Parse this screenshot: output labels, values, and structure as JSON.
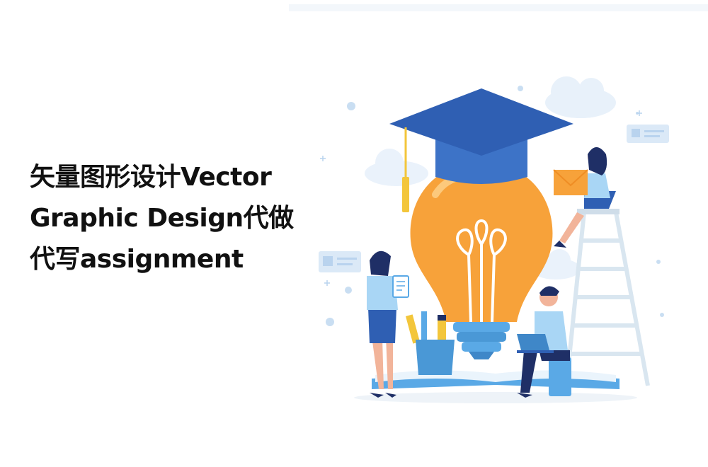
{
  "title_lines": [
    "矢量图形设计Vector",
    "Graphic Design代做",
    "代写assignment"
  ],
  "colors": {
    "cap_blue": "#2f5fb3",
    "cap_light": "#3d73c7",
    "bulb_orange": "#f7a23a",
    "bulb_dark": "#ef8d24",
    "base_blue": "#5aa9e6",
    "skin": "#f2b49a",
    "navy": "#1f2f66",
    "shirt_light": "#a9d6f5",
    "ladder": "#d9e6f0",
    "deco": "#dce9f6"
  },
  "icons": [
    "graduation-cap-icon",
    "lightbulb-icon",
    "envelope-icon",
    "book-icon",
    "laptop-icon",
    "ladder-icon",
    "clipboard-icon",
    "pencil-cup-icon",
    "cloud-icon",
    "chat-card-icon"
  ]
}
